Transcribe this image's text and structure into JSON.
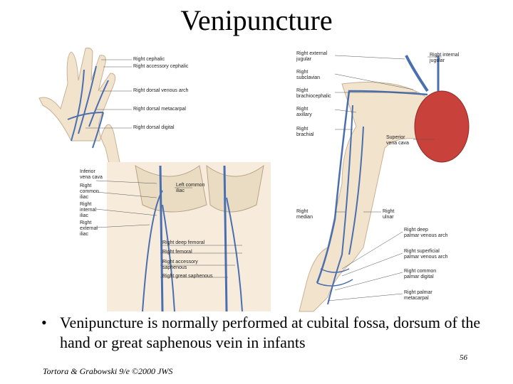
{
  "slide": {
    "title": "Venipuncture",
    "bullet_symbol": "•",
    "bullet_text": "Venipuncture is normally performed at cubital fossa, dorsum of the hand or great saphenous vein in infants",
    "page_number": "56",
    "footer": "Tortora & Grabowski 9/e ©2000 JWS"
  },
  "figure": {
    "hand_labels": [
      "Right cephalic",
      "Right accessory cephalic",
      "Right dorsal venous arch",
      "Right dorsal metacarpal",
      "Right dorsal digital"
    ],
    "leg_labels": [
      "Inferior\nvena cava",
      "Right\ncommon\niliac",
      "Right\ninternal\niliac",
      "Right\nexternal\niliac",
      "Left common\niliac",
      "Right deep femoral",
      "Right femoral",
      "Right accessory\nsaphenous",
      "Right great saphenous"
    ],
    "arm_left_labels": [
      "Right external\njugular",
      "Right\nsubclavian",
      "Right\nbrachiocephalic",
      "Right\naxillary",
      "Right\nbrachial",
      "Right\nmedian"
    ],
    "arm_right_labels": [
      "Right internal\njugular",
      "Superior\nvena cava",
      "Right\nulnar",
      "Right deep\npalmar venous arch",
      "Right superficial\npalmar venous arch",
      "Right common\npalmar digital",
      "Right palmar\nmetacarpal"
    ]
  },
  "colors": {
    "vein": "#4a6fb0",
    "skin": "#f2e3cd",
    "bone": "#e9dcc2",
    "heart": "#c8413a"
  }
}
